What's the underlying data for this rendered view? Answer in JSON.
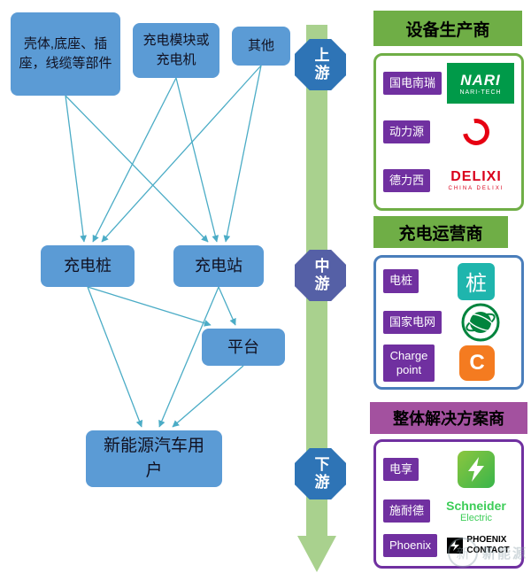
{
  "flowchart": {
    "parts": "壳体,底座、插座，线缆等部件",
    "module": "充电模块或充电机",
    "other": "其他",
    "pile": "充电桩",
    "station": "充电站",
    "platform": "平台",
    "users": "新能源汽车用户"
  },
  "axis": {
    "upstream": "上游",
    "midstream": "中游",
    "downstream": "下游"
  },
  "colors": {
    "node_blue": "#5B9BD5",
    "timeline_green": "#A9D18E",
    "badge_blue": "#2E74B6",
    "badge_purple": "#5560A6",
    "label_purple": "#7030A0",
    "header_green": "#6FAE46",
    "header_purple": "#A3519F",
    "connector_teal": "#4BACC6"
  },
  "sections": [
    {
      "title": "设备生产商",
      "rows": [
        {
          "label": "国电南瑞",
          "logo_main": "NARI",
          "logo_sub": "NARI-TECH"
        },
        {
          "label": "动力源"
        },
        {
          "label": "德力西",
          "logo_main": "DELIXI",
          "logo_sub": "CHINA DELIXI"
        }
      ]
    },
    {
      "title": "充电运营商",
      "rows": [
        {
          "label": "电桩",
          "logo_main": "桩"
        },
        {
          "label": "国家电网"
        },
        {
          "label": "Charge point",
          "logo_main": "C"
        }
      ]
    },
    {
      "title": "整体解决方案商",
      "rows": [
        {
          "label": "电享"
        },
        {
          "label": "施耐德",
          "logo_main": "Schneider",
          "logo_sub": "Electric"
        },
        {
          "label": "Phoenix",
          "logo_main": "PHOENIX",
          "logo_sub": "CONTACT"
        }
      ]
    }
  ],
  "watermark": {
    "text": "新能源"
  }
}
